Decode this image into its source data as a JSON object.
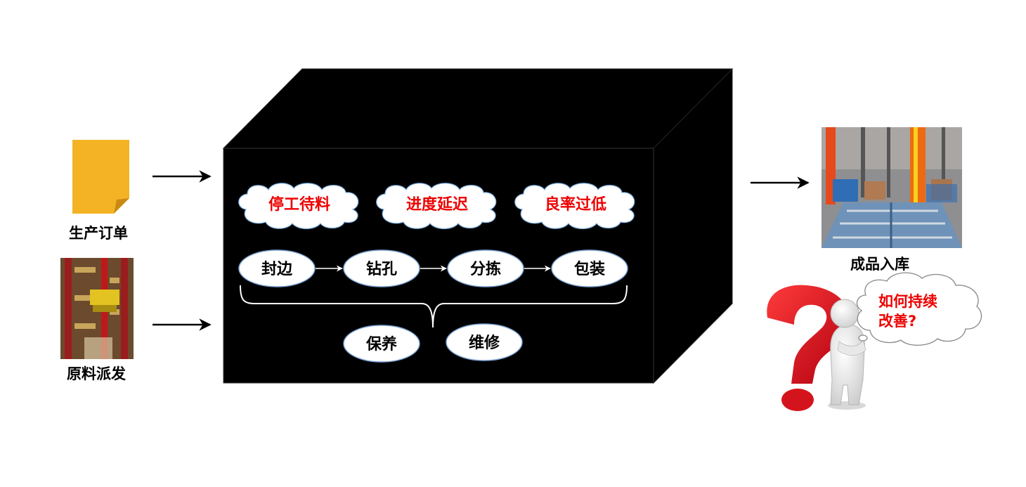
{
  "inputs": {
    "order_label": "生产订单",
    "material_label": "原料派发"
  },
  "output": {
    "label": "成品入库"
  },
  "problems": [
    "停工待料",
    "进度延迟",
    "良率过低"
  ],
  "process_steps": [
    "封边",
    "钻孔",
    "分拣",
    "包装"
  ],
  "support_steps": [
    "保养",
    "维修"
  ],
  "question": {
    "line1": "如何持续",
    "line2": "改善?"
  },
  "colors": {
    "box": "#000000",
    "problem_text": "#ee0000",
    "question_mark": "#e0141b",
    "document": "#f4b325",
    "question_text": "#ee0000"
  },
  "icons": {
    "document": "document-icon",
    "warehouse_photo": "warehouse-photo-icon",
    "question_figure": "thinking-person-question-icon"
  }
}
